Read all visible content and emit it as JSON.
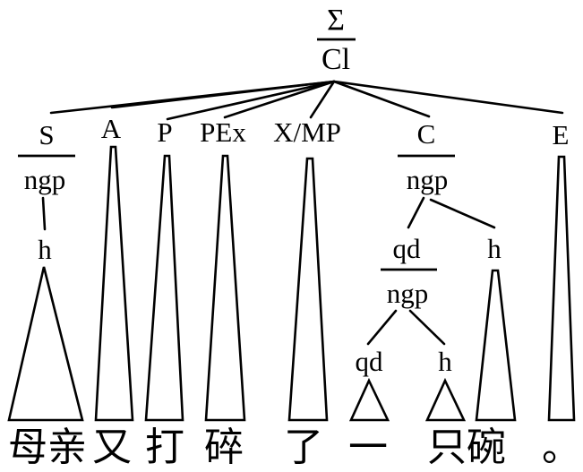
{
  "diagram": {
    "root": {
      "sigma": "Σ",
      "clause": "Cl"
    },
    "s": {
      "function": "S",
      "unit": "ngp",
      "head": "h",
      "word": "母亲"
    },
    "a": {
      "function": "A",
      "word": "又"
    },
    "p": {
      "function": "P",
      "word": "打"
    },
    "pex": {
      "function": "PEx",
      "word": "碎"
    },
    "xmp": {
      "function": "X/MP",
      "word": "了"
    },
    "c": {
      "function": "C",
      "unit": "ngp",
      "quantifier": {
        "function": "qd",
        "unit": "ngp",
        "qd": {
          "function": "qd",
          "word": "一"
        },
        "head": {
          "function": "h",
          "word": "只"
        }
      },
      "head": {
        "function": "h",
        "word": "碗"
      }
    },
    "e": {
      "function": "E",
      "word": "。"
    },
    "colors": {
      "ink": "#000000",
      "background": "#ffffff"
    }
  }
}
